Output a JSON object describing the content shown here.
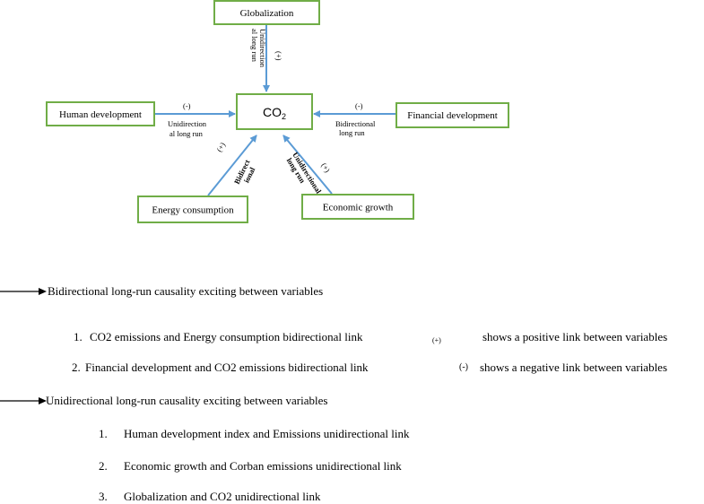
{
  "diagram": {
    "center": "CO",
    "center_sub": "2",
    "nodes": {
      "globalization": "Globalization",
      "human": "Human development",
      "financial": "Financial development",
      "energy": "Energy consumption",
      "economic": "Economic growth"
    },
    "links": {
      "globalization": {
        "label_1": "Unidirection",
        "label_2": "al long run",
        "sign": "(+)"
      },
      "human": {
        "label_1": "Unidirection",
        "label_2": "al long run",
        "sign": "(-)"
      },
      "financial": {
        "label_1": "Bidirectional",
        "label_2": "long run",
        "sign": "(-)"
      },
      "energy": {
        "label_1": "Bidirect",
        "label_2": "ional",
        "sign": "(+)"
      },
      "economic": {
        "label_1": "Unidirectional",
        "label_2": "long run",
        "sign": "(+)"
      }
    }
  },
  "legend": {
    "bidirectional_heading": "Bidirectional long-run causality exciting between variables",
    "bidirectional_items": [
      {
        "num": "1.",
        "text": "CO2 emissions and Energy consumption bidirectional link"
      },
      {
        "num": "2.",
        "text": "Financial development and CO2 emissions bidirectional link"
      }
    ],
    "sign_positive": "(+)",
    "sign_positive_text": "shows a positive link between variables",
    "sign_negative": "(-)",
    "sign_negative_text": "shows a negative link between variables",
    "unidirectional_heading": "Unidirectional long-run causality exciting between variables",
    "unidirectional_items": [
      {
        "num": "1.",
        "text": "Human development index and Emissions unidirectional link"
      },
      {
        "num": "2.",
        "text": "Economic growth and Corban emissions unidirectional link"
      },
      {
        "num": "3.",
        "text": "Globalization and CO2 unidirectional link"
      }
    ]
  }
}
